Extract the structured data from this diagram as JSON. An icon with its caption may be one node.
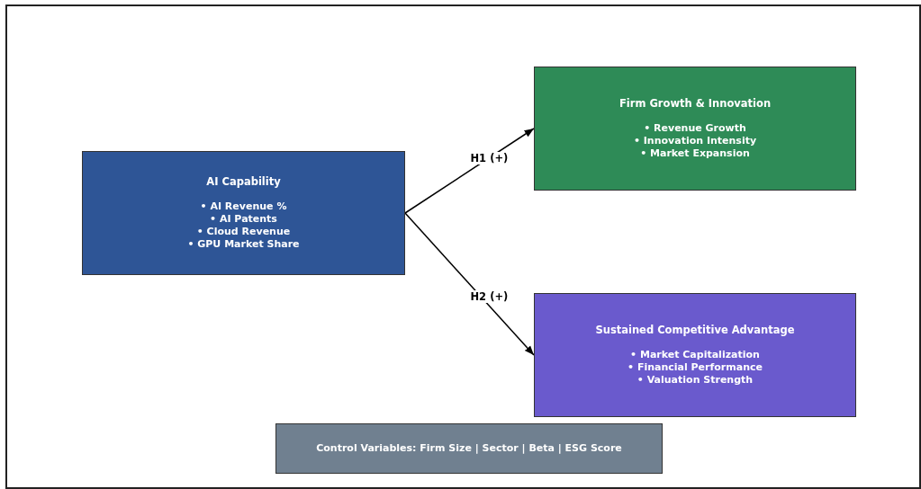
{
  "diagram": {
    "nodes": [
      {
        "text": [
          "AI Capability",
          "• AI Revenue %",
          "• AI Patents",
          "• Cloud Revenue",
          "• GPU Market Share"
        ]
      },
      {
        "text": [
          "Firm Growth & Innovation",
          "• Revenue Growth",
          "• Innovation Intensity",
          "• Market Expansion"
        ]
      },
      {
        "text": [
          "Sustained Competitive Advantage",
          "• Market Capitalization",
          "• Financial Performance",
          "• Valuation Strength"
        ]
      },
      {
        "text": [
          "Control Variables: Firm Size | Sector | Beta | ESG Score"
        ]
      }
    ],
    "edges": [
      {
        "from": 0,
        "to": 1,
        "arrow": "to",
        "label": "H1 (+)"
      },
      {
        "from": 0,
        "to": 2,
        "arrow": "to",
        "label": "H2 (+)"
      }
    ]
  }
}
